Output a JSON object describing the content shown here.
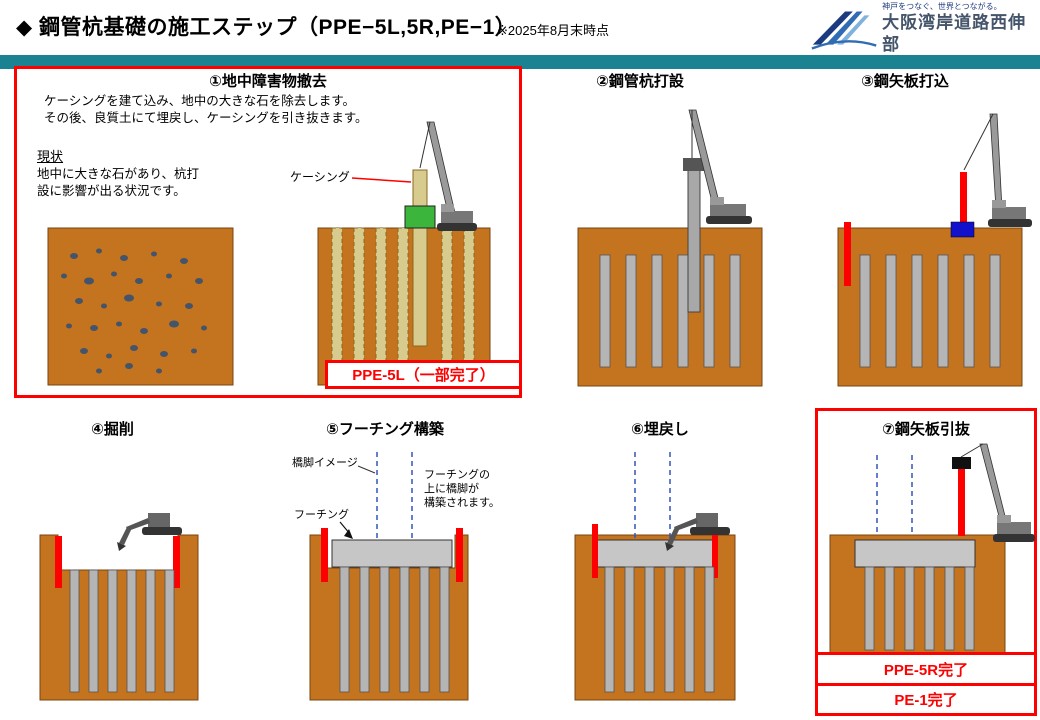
{
  "header": {
    "title": "◆ 鋼管杭基礎の施工ステップ（PPE−5L,5R,PE−1）",
    "note": "※2025年8月末時点",
    "logo": {
      "tagline": "神戸をつなぐ、世界とつながる。",
      "org": "大阪湾岸道路西伸部"
    }
  },
  "steps": {
    "s1": {
      "title": "①地中障害物撤去",
      "desc_line1": "ケーシングを建て込み、地中の大きな石を除去します。",
      "desc_line2": "その後、良質土にて埋戻し、ケーシングを引き抜きます。",
      "current_label": "現状",
      "current_line1": "地中に大きな石があり、杭打",
      "current_line2": "設に影響が出る状況です。",
      "casing_label": "ケーシング",
      "badge": "PPE-5L（一部完了）"
    },
    "s2": {
      "title": "②鋼管杭打設"
    },
    "s3": {
      "title": "③鋼矢板打込"
    },
    "s4": {
      "title": "④掘削"
    },
    "s5": {
      "title": "⑤フーチング構築",
      "pier_label": "橋脚イメージ",
      "note_line1": "フーチングの",
      "note_line2": "上に橋脚が",
      "note_line3": "構築されます。",
      "footing_label": "フーチング"
    },
    "s6": {
      "title": "⑥埋戻し"
    },
    "s7": {
      "title": "⑦鋼矢板引抜",
      "badge_top": "PPE-5R完了",
      "badge_bottom": "PE-1完了"
    }
  },
  "colors": {
    "soil_brown": "#c4731e",
    "pile_gray": "#b5b5b5",
    "accent_red": "#ff0000",
    "teal_bar": "#1a8290",
    "casing_tan": "#d8cb8e",
    "collar_green": "#3cb53c",
    "hammer_blue": "#1212cc",
    "pier_dash_blue": "#3355bb",
    "logo_navy": "#1c3a7e",
    "logo_text_gray": "#44546a"
  }
}
